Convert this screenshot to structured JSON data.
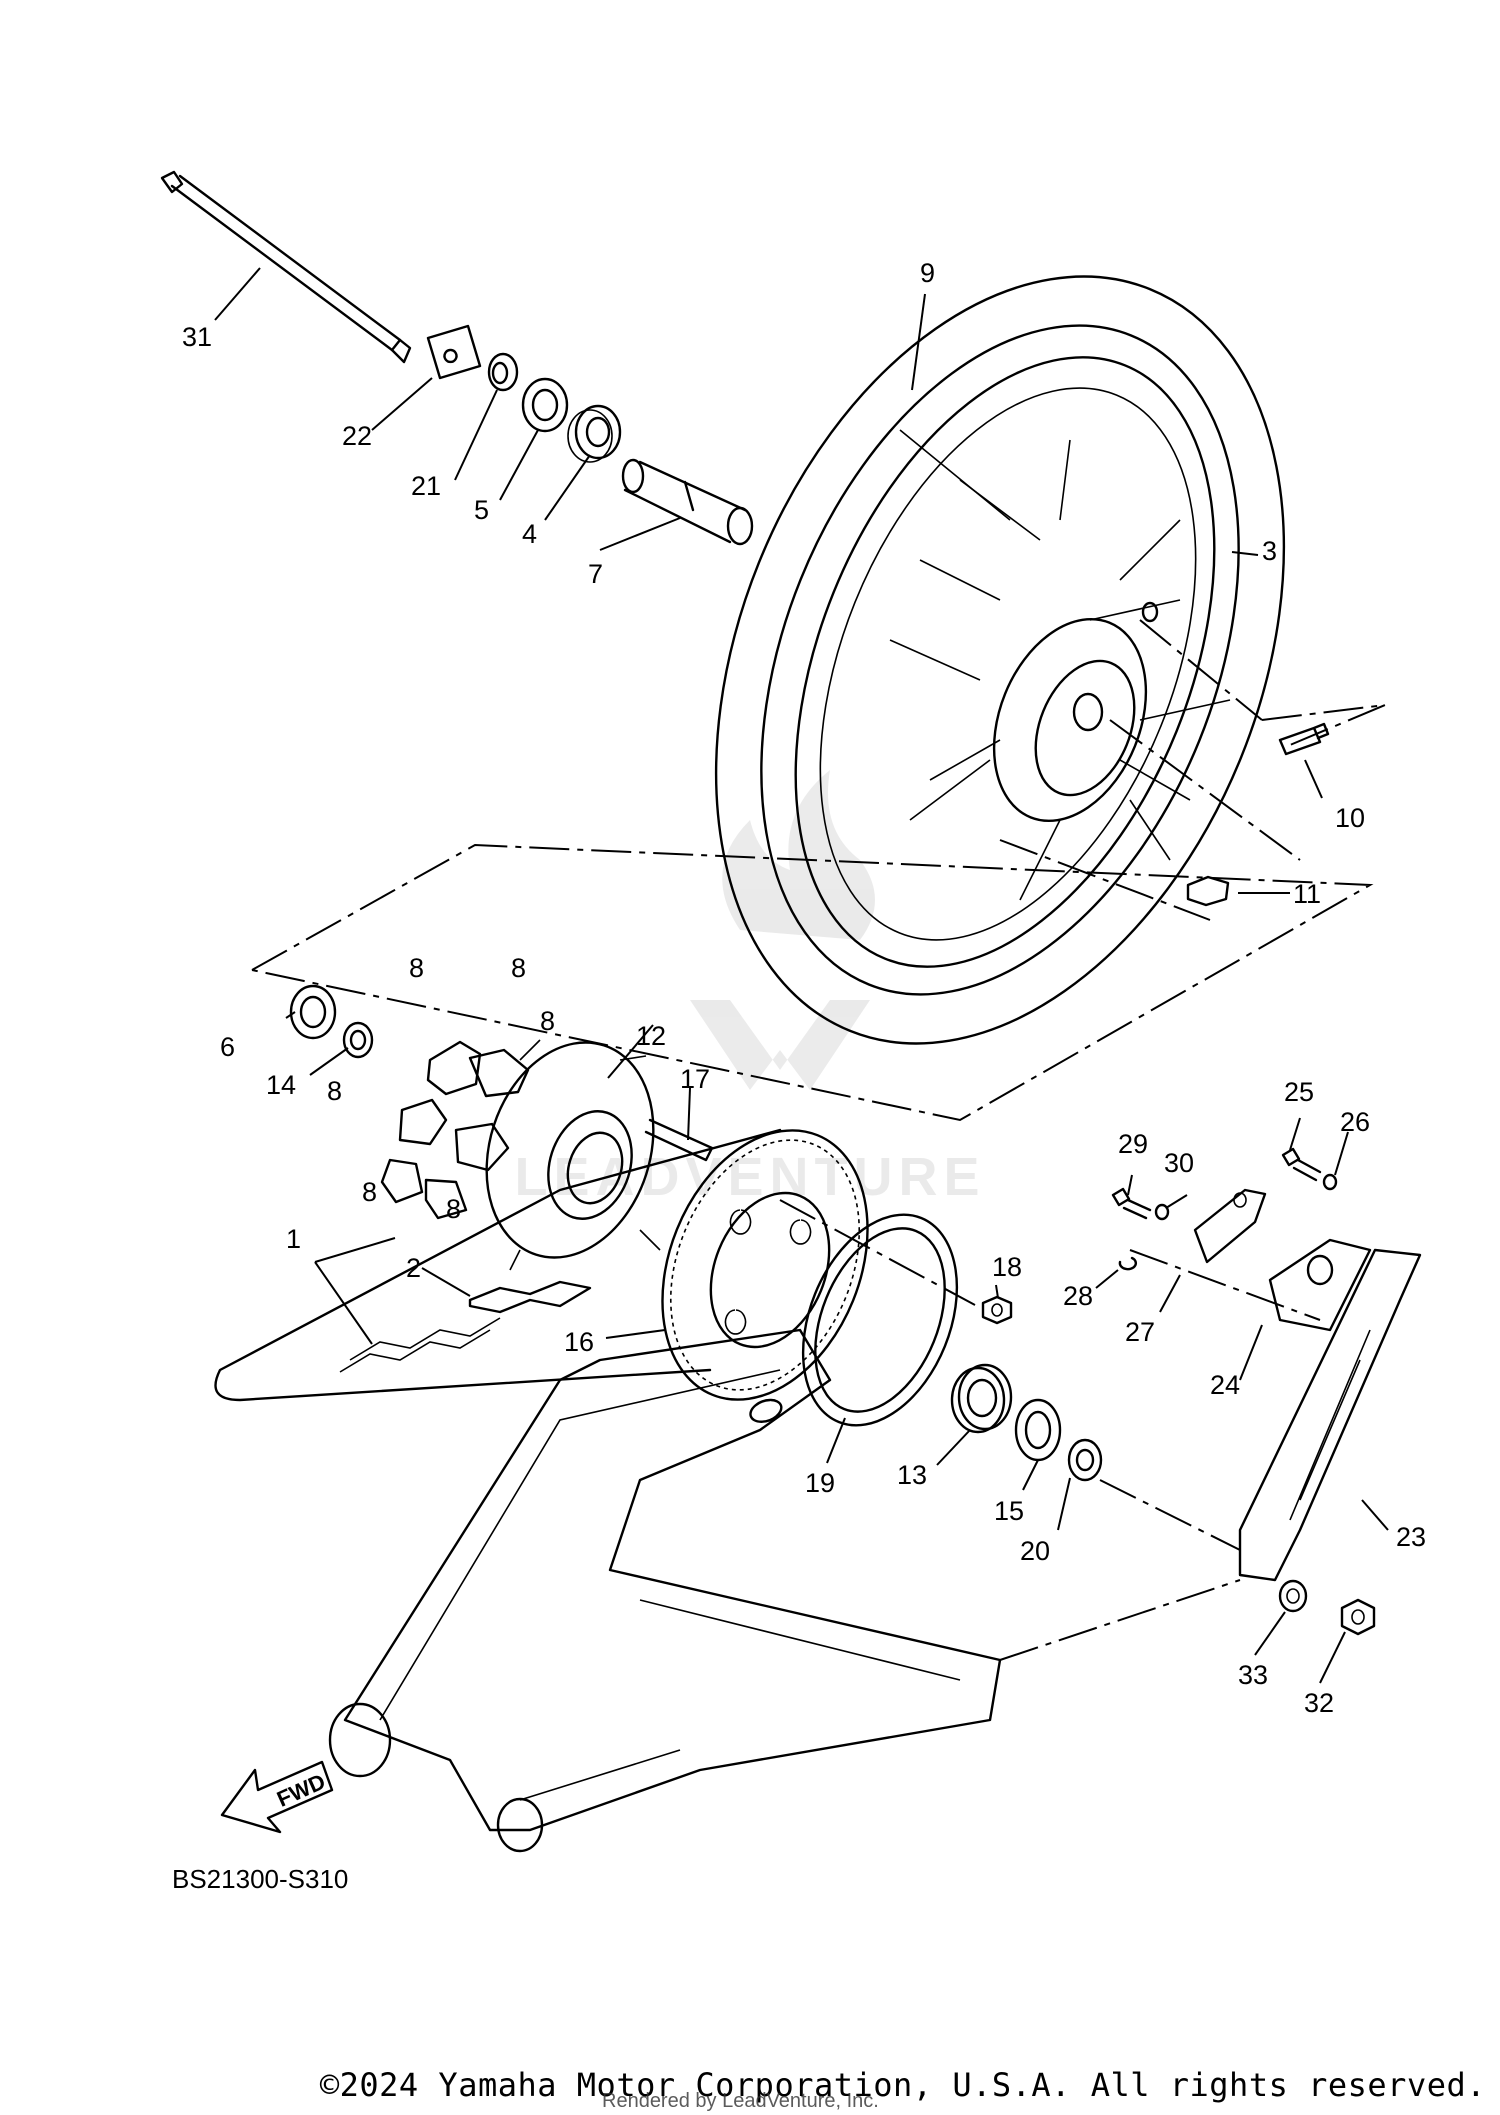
{
  "diagram_code": "BS21300-S310",
  "fwd_label": "FWD",
  "copyright": "©2024 Yamaha Motor Corporation, U.S.A. All rights reserved.",
  "rendered_by": "Rendered by LeadVenture, Inc.",
  "watermark": "LEADVENTURE",
  "callouts": {
    "c1": "1",
    "c2": "2",
    "c3": "3",
    "c4": "4",
    "c5": "5",
    "c6": "6",
    "c7": "7",
    "c8a": "8",
    "c8b": "8",
    "c8c": "8",
    "c8d": "8",
    "c8e": "8",
    "c8f": "8",
    "c9": "9",
    "c10": "10",
    "c11": "11",
    "c12": "12",
    "c13": "13",
    "c14": "14",
    "c15": "15",
    "c16": "16",
    "c17": "17",
    "c18": "18",
    "c19": "19",
    "c20": "20",
    "c21": "21",
    "c22": "22",
    "c23": "23",
    "c24": "24",
    "c25": "25",
    "c26": "26",
    "c27": "27",
    "c28": "28",
    "c29": "29",
    "c30": "30",
    "c31": "31",
    "c32": "32",
    "c33": "33"
  }
}
